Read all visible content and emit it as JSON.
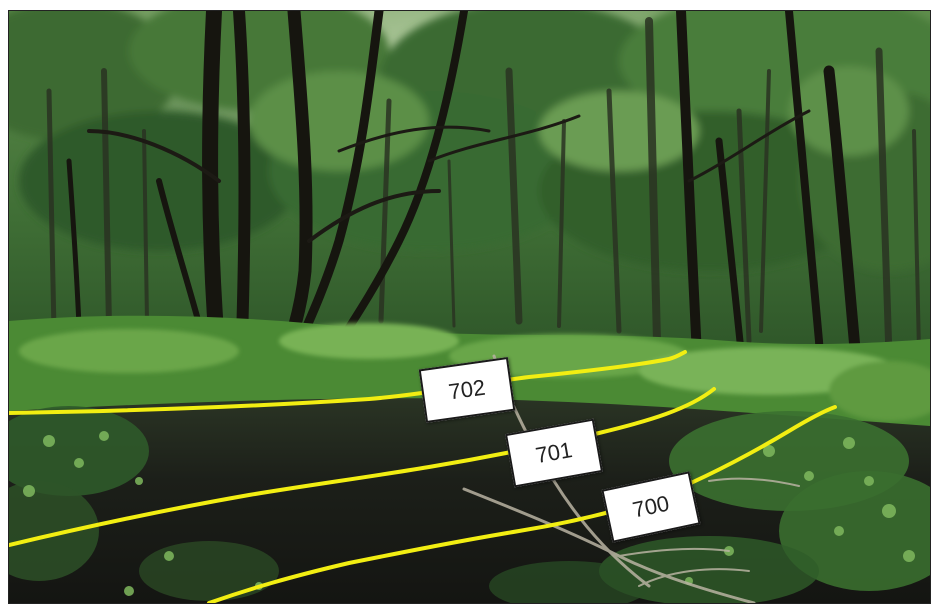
{
  "contour_labels": {
    "upper": "702",
    "middle": "701",
    "lower": "700"
  },
  "colors": {
    "contour_line": "#f2ee12",
    "canopy_dark": "#1f3d1c",
    "canopy_light": "#6fa24e",
    "undergrowth": "#5c9a3e",
    "forest_floor": "#1b1d18",
    "trunk": "#1a1814"
  }
}
